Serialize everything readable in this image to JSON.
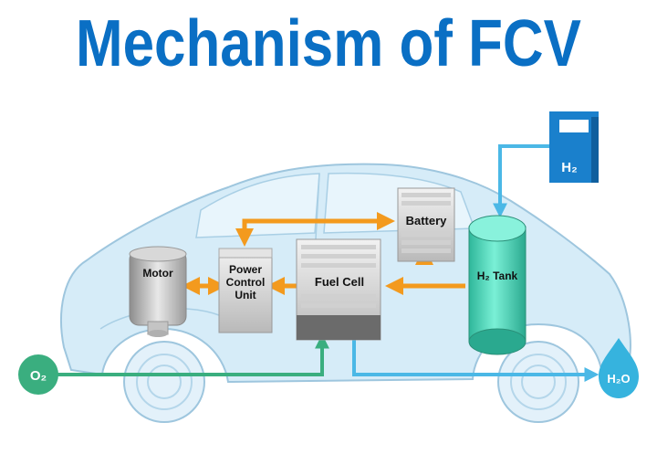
{
  "title": "Mechanism of FCV",
  "components": {
    "motor": "Motor",
    "pcu_line1": "Power",
    "pcu_line2": "Control",
    "pcu_line3": "Unit",
    "fuel_cell": "Fuel Cell",
    "battery": "Battery",
    "h2_tank": "H₂ Tank",
    "h2_station": "H₂",
    "o2_inlet": "O₂",
    "h2o_outlet": "H₂O"
  },
  "colors": {
    "title": "#0a6fc4",
    "flow_electric": "#f39a1e",
    "flow_hydrogen": "#4bb8e6",
    "flow_oxygen": "#3aae7f",
    "car_body": "#d6ecf8",
    "tank": "#5fdcc0"
  }
}
